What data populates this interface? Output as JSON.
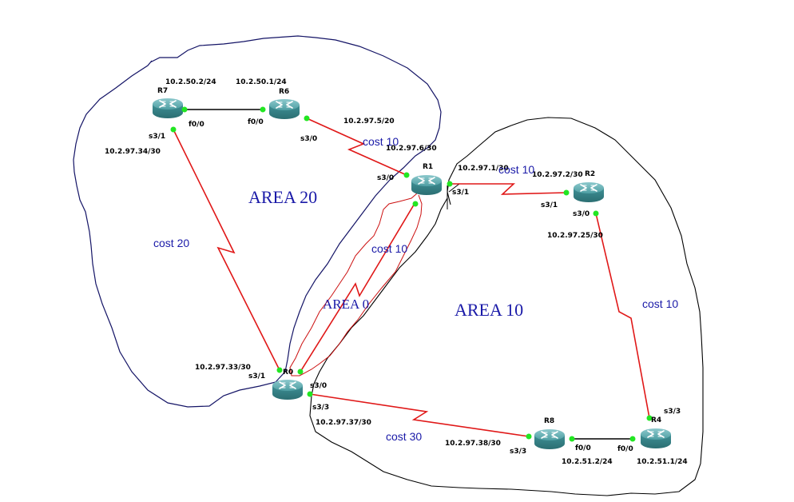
{
  "diagram": {
    "title": "OSPF multi-area topology",
    "colors": {
      "serial_link": "#e01818",
      "ethernet_link": "#000000",
      "port_dot": "#22e622",
      "router_body": "#3a8a8e",
      "router_top": "#6fb3b8",
      "area20_boundary": "#141466",
      "area10_boundary": "#000000",
      "area0_boundary": "#cc1010",
      "annotation_text": "#1a1aa8"
    },
    "areas": [
      {
        "id": "area20",
        "label": "AREA 20"
      },
      {
        "id": "area10",
        "label": "AREA 10"
      },
      {
        "id": "area0",
        "label": "AREA 0"
      }
    ],
    "routers": [
      {
        "id": "R7",
        "label": "R7"
      },
      {
        "id": "R6",
        "label": "R6"
      },
      {
        "id": "R1",
        "label": "R1"
      },
      {
        "id": "R2",
        "label": "R2"
      },
      {
        "id": "R0",
        "label": "R0"
      },
      {
        "id": "R8",
        "label": "R8"
      },
      {
        "id": "R4",
        "label": "R4"
      }
    ],
    "links": [
      {
        "id": "r7-r6",
        "type": "ethernet",
        "a": "R7",
        "b": "R6",
        "a_if": "f0/0",
        "b_if": "f0/0",
        "a_ip": "10.2.50.2/24",
        "b_ip": "10.2.50.1/24",
        "cost": ""
      },
      {
        "id": "r6-r1",
        "type": "serial",
        "a": "R6",
        "b": "R1",
        "a_if": "s3/0",
        "b_if": "s3/0",
        "a_ip": "10.2.97.5/20",
        "b_ip": "10.2.97.6/30",
        "cost": "cost 10"
      },
      {
        "id": "r1-r2",
        "type": "serial",
        "a": "R1",
        "b": "R2",
        "a_if": "s3/1",
        "b_if": "s3/1",
        "a_ip": "10.2.97.1/30",
        "b_ip": "10.2.97.2/30",
        "cost": "cost 10"
      },
      {
        "id": "r2-r4",
        "type": "serial",
        "a": "R2",
        "b": "R4",
        "a_if": "s3/0",
        "b_if": "s3/3",
        "a_ip": "10.2.97.25/30",
        "b_ip": "",
        "cost": "cost 10"
      },
      {
        "id": "r7-r0",
        "type": "serial",
        "a": "R7",
        "b": "R0",
        "a_if": "s3/1",
        "b_if": "s3/1",
        "a_ip": "10.2.97.34/30",
        "b_ip": "10.2.97.33/30",
        "cost": "cost 20"
      },
      {
        "id": "r0-r1",
        "type": "serial",
        "a": "R0",
        "b": "R1",
        "a_if": "s3/0",
        "b_if": "",
        "a_ip": "",
        "b_ip": "",
        "cost": "cost 10"
      },
      {
        "id": "r0-r8",
        "type": "serial",
        "a": "R0",
        "b": "R8",
        "a_if": "s3/3",
        "b_if": "s3/3",
        "a_ip": "10.2.97.37/30",
        "b_ip": "10.2.97.38/30",
        "cost": "cost 30"
      },
      {
        "id": "r8-r4",
        "type": "ethernet",
        "a": "R8",
        "b": "R4",
        "a_if": "f0/0",
        "b_if": "f0/0",
        "a_ip": "10.2.51.2/24",
        "b_ip": "10.2.51.1/24",
        "cost": ""
      }
    ],
    "labels": {
      "r7_ip": "10.2.50.2/24",
      "r6_ip": "10.2.50.1/24",
      "r7_f0": "f0/0",
      "r6_f0": "f0/0",
      "r7_s31": "s3/1",
      "r7_s31_ip": "10.2.97.34/30",
      "r6_s30": "s3/0",
      "r6_s30_ip": "10.2.97.5/20",
      "r1_s30_ip": "10.2.97.6/30",
      "r1_s30": "s3/0",
      "r1_s31_ip": "10.2.97.1/30",
      "r1_s31": "s3/1",
      "r2_s31_ip": "10.2.97.2/30",
      "r2_s31": "s3/1",
      "r2_s30": "s3/0",
      "r2_s30_ip": "10.2.97.25/30",
      "r0_s31_ip": "10.2.97.33/30",
      "r0_s31": "s3/1",
      "r0_s30": "s3/0",
      "r0_s33": "s3/3",
      "r0_s33_ip": "10.2.97.37/30",
      "r8_s33_ip": "10.2.97.38/30",
      "r8_s33": "s3/3",
      "r8_f0": "f0/0",
      "r8_f0_ip": "10.2.51.2/24",
      "r4_f0": "f0/0",
      "r4_f0_ip": "10.2.51.1/24",
      "r4_s33": "s3/3"
    },
    "costs": {
      "r6_r1": "cost 10",
      "r1_r2": "cost 10",
      "r7_r0": "cost 20",
      "r0_r1": "cost 10",
      "r2_r4": "cost 10",
      "r0_r8": "cost 30"
    }
  }
}
